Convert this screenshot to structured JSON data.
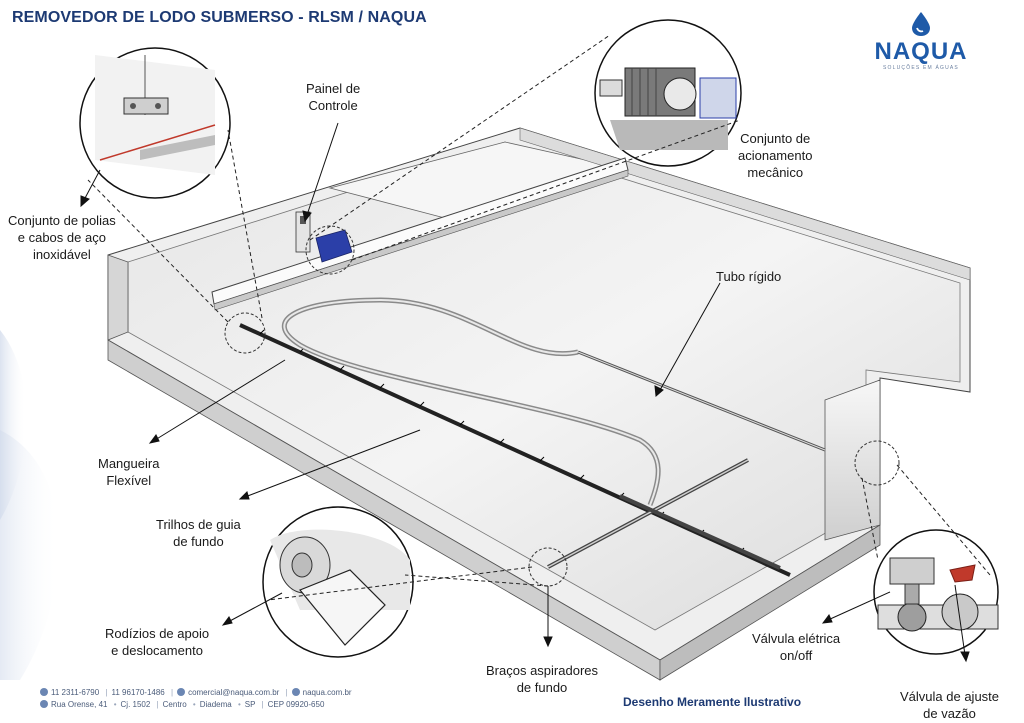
{
  "title": "REMOVEDOR DE LODO SUBMERSO - RLSM / NAQUA",
  "logo": {
    "brand": "NAQUA",
    "tagline": "Soluções em águas"
  },
  "labels": {
    "painel": [
      "Painel de",
      "Controle"
    ],
    "acionamento": [
      "Conjunto de",
      "acionamento",
      "mecânico"
    ],
    "polias": [
      "Conjunto de polias",
      "e cabos de aço",
      "inoxidável"
    ],
    "tubo": [
      "Tubo rígido"
    ],
    "mangueira": [
      "Mangueira",
      "Flexível"
    ],
    "trilhos": [
      "Trilhos de guia",
      "de fundo"
    ],
    "rodizios": [
      "Rodízios de apoio",
      "e deslocamento"
    ],
    "bracos": [
      "Braços aspiradores",
      "de fundo"
    ],
    "valvula_eletrica": [
      "Válvula elétrica",
      "on/off"
    ],
    "valvula_ajuste": [
      "Válvula de ajuste",
      "de vazão"
    ]
  },
  "footer": {
    "phone": "11 2311-6790",
    "mobile": "11 96170-1486",
    "email": "comercial@naqua.com.br",
    "site": "naqua.com.br",
    "address": [
      "Rua Orense, 41",
      "Cj. 1502",
      "Centro",
      "Diadema",
      "SP",
      "CEP 09920-650"
    ]
  },
  "disclaimer": "Desenho Meramente Ilustrativo",
  "colors": {
    "title": "#1d3a73",
    "brand": "#1e5aa8",
    "equipment": "#2b3fa8",
    "line": "#111111"
  }
}
